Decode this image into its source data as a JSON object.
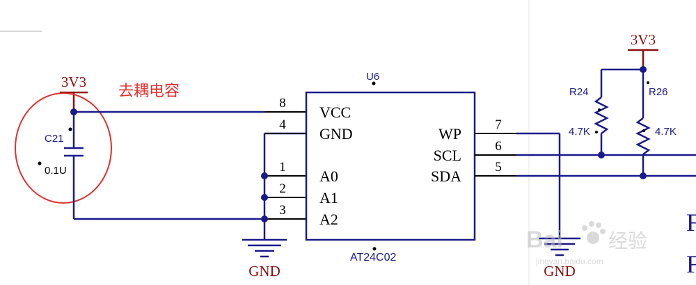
{
  "colors": {
    "wire": "#1a1a8c",
    "power": "#8b1010",
    "annotation": "#e03030",
    "designator": "#1a1a8c",
    "text": "#000000"
  },
  "power_labels": {
    "left_3v3": "3V3",
    "right_3v3": "3V3"
  },
  "gnd_labels": {
    "gnd_a": "GND",
    "gnd_b": "GND"
  },
  "annotation": {
    "text": "去耦电容"
  },
  "cap": {
    "ref": "C21",
    "value": "0.1U"
  },
  "ic": {
    "ref": "U6",
    "part": "AT24C02",
    "left_pins": [
      {
        "num": "8",
        "name": "VCC"
      },
      {
        "num": "4",
        "name": "GND"
      },
      {
        "num": "1",
        "name": "A0"
      },
      {
        "num": "2",
        "name": "A1"
      },
      {
        "num": "3",
        "name": "A2"
      }
    ],
    "right_pins": [
      {
        "num": "7",
        "name": "WP"
      },
      {
        "num": "6",
        "name": "SCL"
      },
      {
        "num": "5",
        "name": "SDA"
      }
    ]
  },
  "resistors": [
    {
      "ref": "R24",
      "value": "4.7K"
    },
    {
      "ref": "R26",
      "value": "4.7K"
    }
  ],
  "edge_text": [
    "F",
    "F"
  ],
  "watermark": {
    "brand": "Bai",
    "brand2": "经验",
    "url": "jingyan.baidu.com"
  }
}
